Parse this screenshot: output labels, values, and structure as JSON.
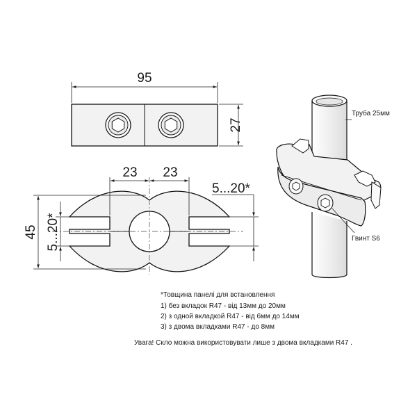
{
  "dimensions": {
    "width": "95",
    "height": "27",
    "left_center": "23",
    "right_center": "23",
    "overall_height": "45",
    "panel_right": "5...20*",
    "panel_left": "5...20*"
  },
  "labels": {
    "tube": "Труба 25мм",
    "screw": "Гвинт S6"
  },
  "notes": {
    "title": "*Товщина панелі для встановлення",
    "line1": "1) без вкладок R47 -   від 13мм до 20мм",
    "line2": "2) з одной вкладкой R47 -  від  6мм до 14мм",
    "line3": "3) з двома вкладками  R47 -  до 8мм",
    "warning": "Увага! Скло можна використовувати лише з двома вкладками  R47 ."
  },
  "colors": {
    "part_fill": "#f2f2f2",
    "tube_fill": "#ebebeb",
    "line": "#111111"
  }
}
